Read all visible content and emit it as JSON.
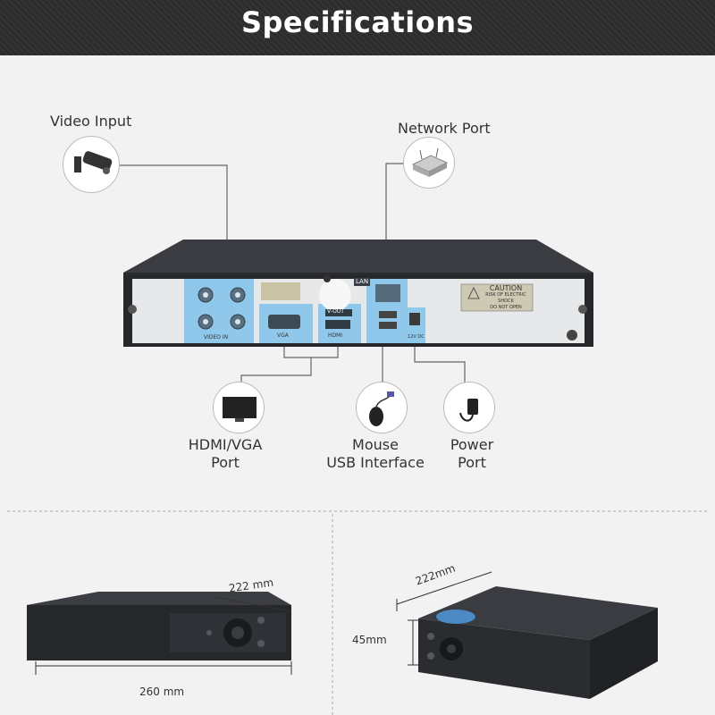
{
  "header": {
    "title": "Specifications"
  },
  "connections": {
    "video_input": "Video Input",
    "network_port": "Network Port",
    "hdmi_vga_line1": "HDMI/VGA",
    "hdmi_vga_line2": "Port",
    "mouse_line1": "Mouse",
    "mouse_line2": "USB Interface",
    "power_line1": "Power",
    "power_line2": "Port"
  },
  "rear_panel": {
    "lan_label": "LAN",
    "vout_label": "V-OUT",
    "vga_label": "VGA",
    "hdmi_label": "HDMI",
    "video_in_label": "VIDEO IN",
    "caution_title": "CAUTION",
    "caution_line1": "RISK OF ELECTRIC SHOCK",
    "caution_line2": "DO NOT OPEN",
    "power_label": "12V DC"
  },
  "dimensions": {
    "depth_left": "222 mm",
    "width": "260 mm",
    "depth_right": "222mm",
    "height": "45mm"
  },
  "colors": {
    "accent_highlight": "#8fc8ea",
    "header_bg": "#2c2c2c",
    "device_body": "#2b2d31"
  }
}
